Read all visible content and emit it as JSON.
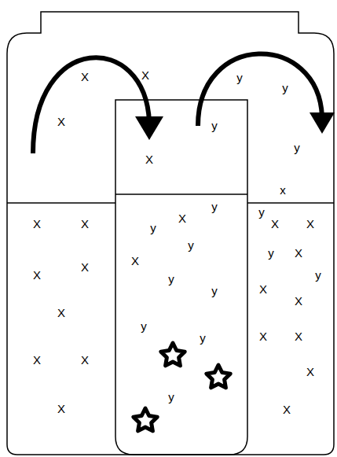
{
  "diagram": {
    "labels": [
      "X",
      "X",
      "X",
      "X",
      "y",
      "y",
      "y",
      "y",
      "x",
      "X",
      "X",
      "X",
      "X",
      "X",
      "X",
      "X",
      "X",
      "y",
      "X",
      "y",
      "y",
      "X",
      "y",
      "y",
      "y",
      "y",
      "y",
      "y",
      "X",
      "X",
      "y",
      "X",
      "y",
      "X",
      "X",
      "X",
      "X",
      "X",
      "X"
    ]
  }
}
